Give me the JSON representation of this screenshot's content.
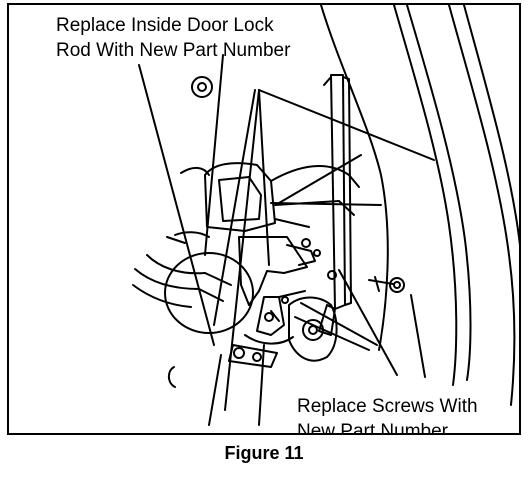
{
  "callouts": {
    "lock_rod": {
      "line1": "Replace Inside Door Lock",
      "line2": "Rod With New Part Number"
    },
    "screws": {
      "line1": "Replace Screws With",
      "line2": "New Part Number"
    }
  },
  "caption": "Figure 11"
}
